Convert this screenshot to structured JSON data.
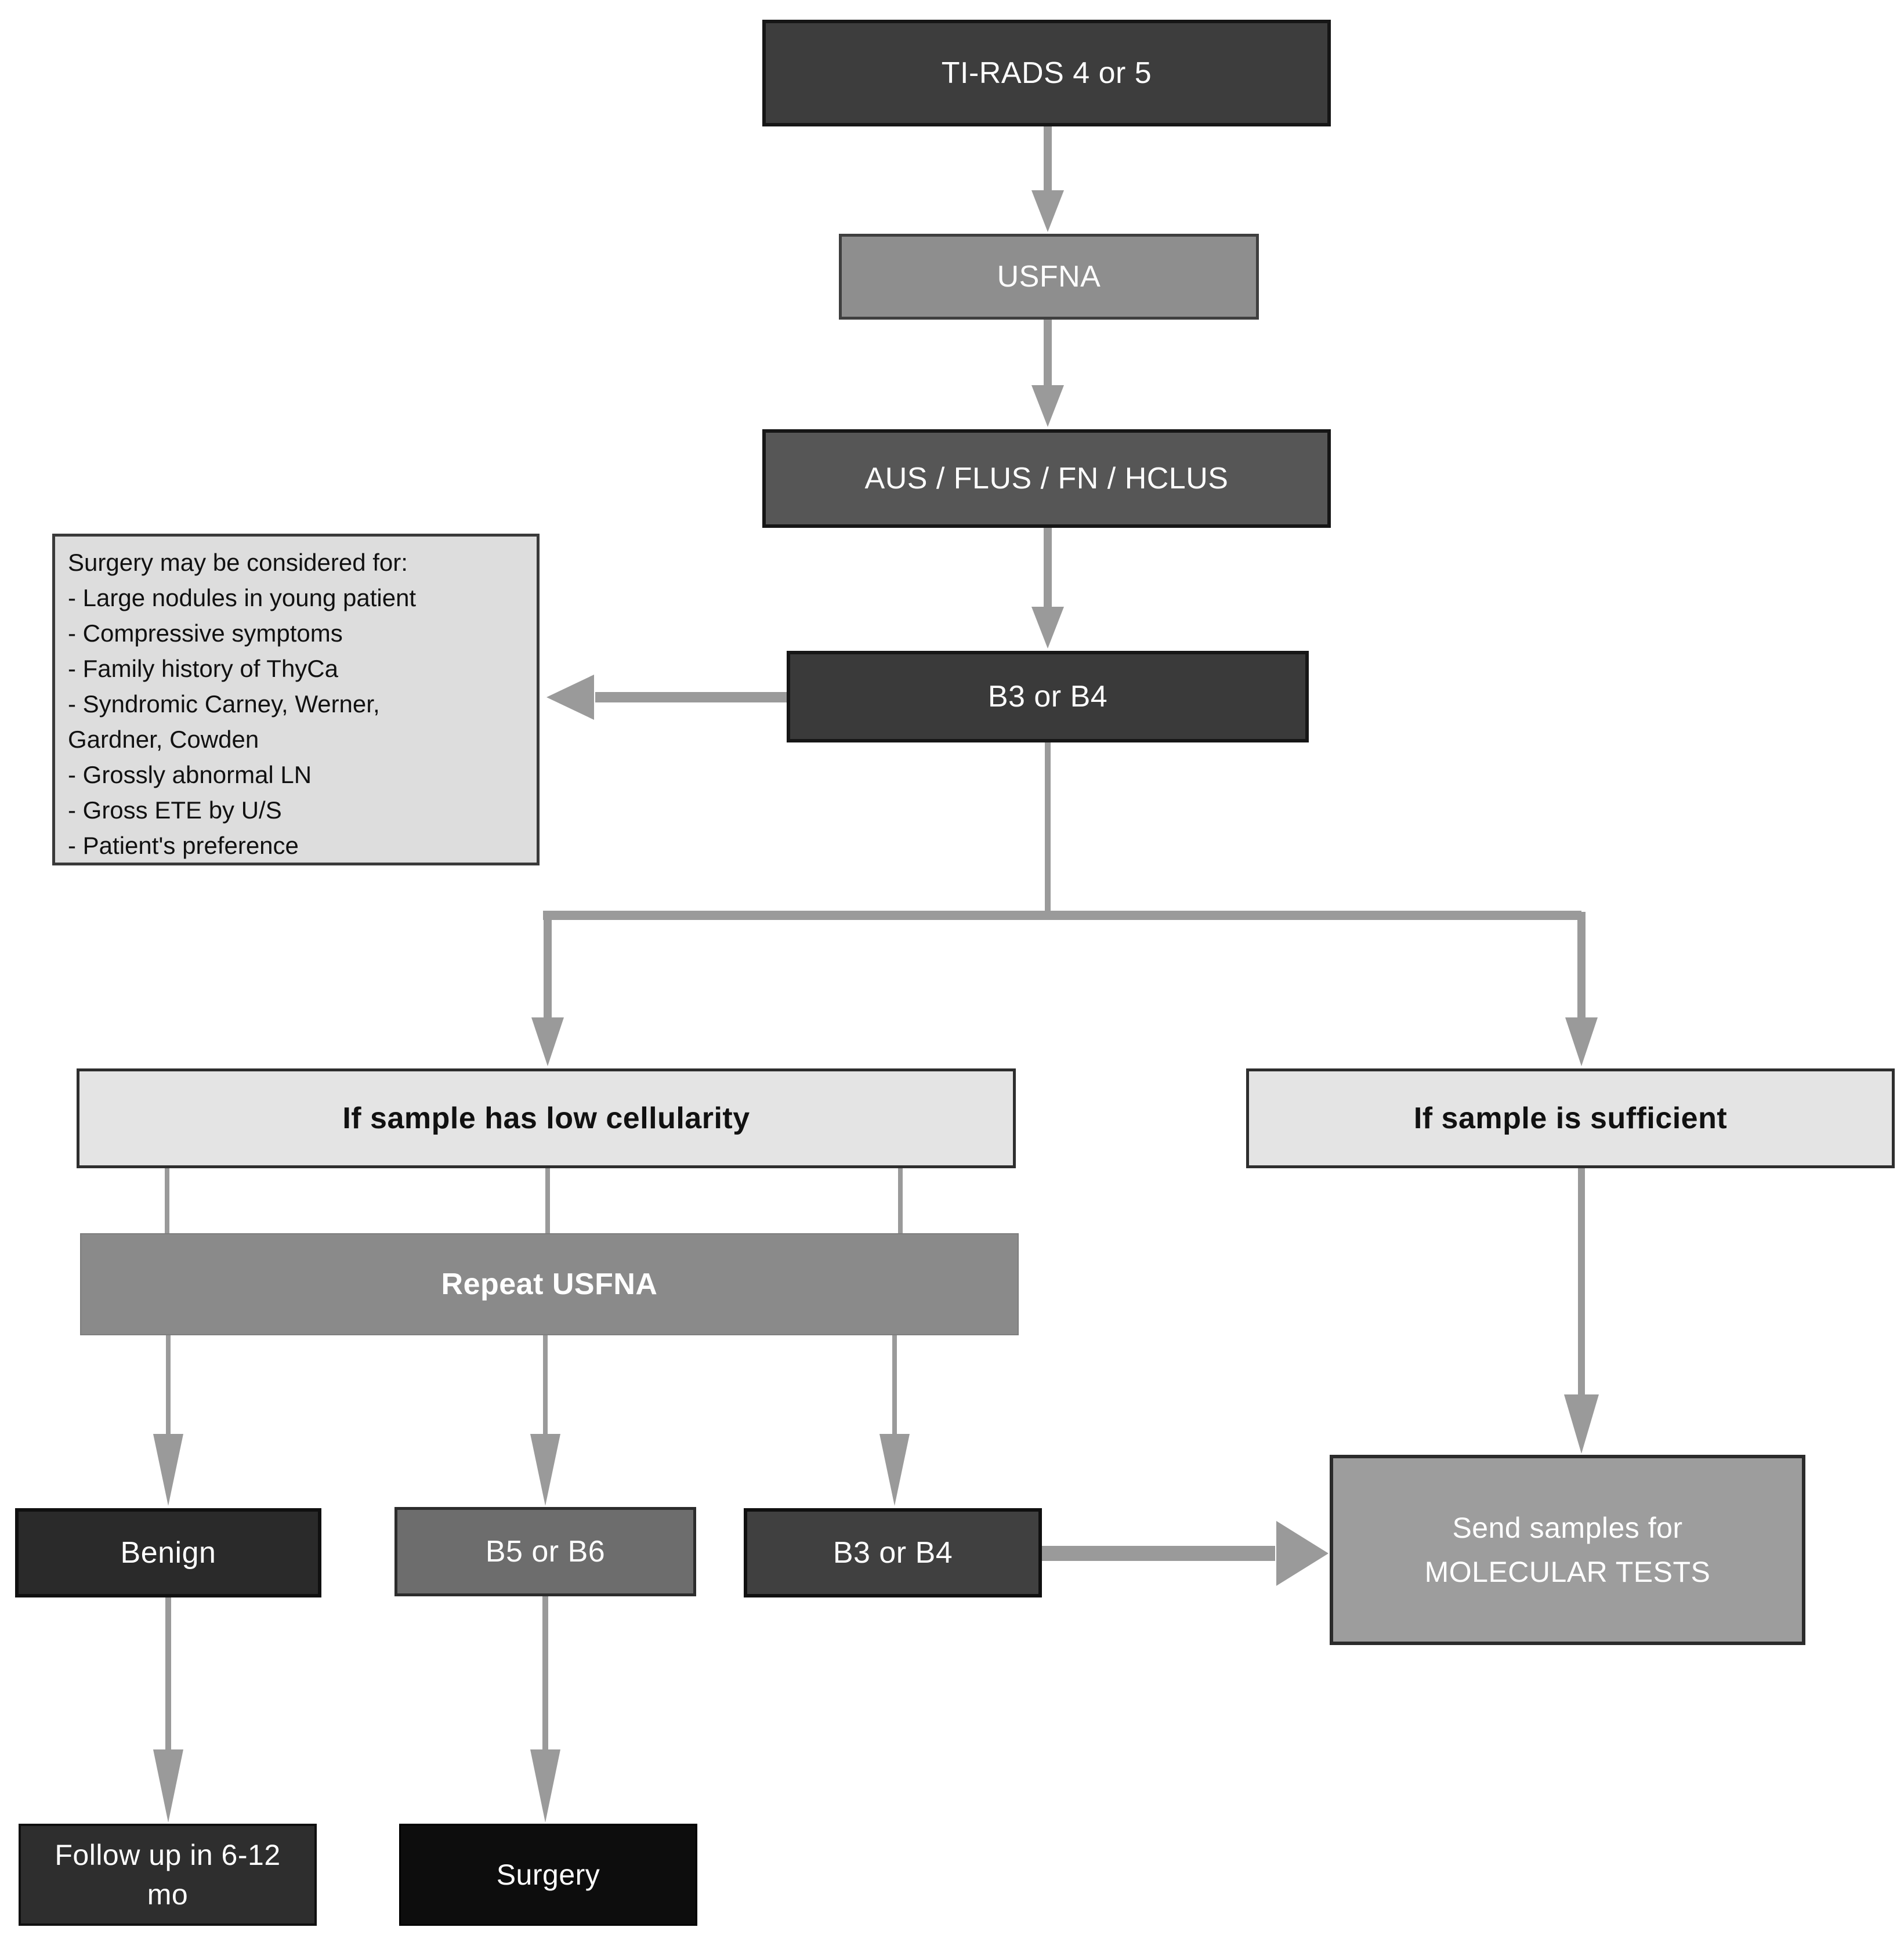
{
  "colors": {
    "page_bg": "#ffffff",
    "arrow": "#9a9a9a",
    "border_dark": "#161616",
    "tirads_bg": "#3d3d3d",
    "usfna_bg": "#8e8e8e",
    "aus_bg": "#565656",
    "b3b4_bg": "#3a3a3a",
    "note_bg": "#dddddd",
    "header_bg": "#e4e4e4",
    "repeat_bg": "#8a8a8a",
    "benign_bg": "#2a2a2a",
    "b5b6_bg": "#6d6d6d",
    "b3b4_repeat_bg": "#404040",
    "molecular_bg": "#9d9d9d",
    "followup_bg": "#2e2e2e",
    "surgery_bg": "#0d0d0d",
    "text_light": "#ffffff",
    "text_dark": "#111111"
  },
  "nodes": {
    "tirads": {
      "label": "TI-RADS 4 or 5"
    },
    "usfna": {
      "label": "USFNA"
    },
    "aus_flus": {
      "label": "AUS / FLUS / FN / HCLUS"
    },
    "b3_b4": {
      "label": "B3 or B4"
    },
    "surgery_note": {
      "title": "Surgery may be considered for:",
      "items": [
        "- Large nodules in young patient",
        "- Compressive symptoms",
        "- Family history of ThyCa",
        "- Syndromic Carney, Werner,",
        "Gardner, Cowden",
        "- Grossly abnormal LN",
        "- Gross ETE by U/S",
        "- Patient's preference"
      ]
    },
    "low_cellularity": {
      "label": "If sample has low cellularity"
    },
    "sufficient": {
      "label": "If sample is sufficient"
    },
    "repeat_usfna": {
      "label": "Repeat USFNA"
    },
    "benign": {
      "label": "Benign"
    },
    "b5_b6": {
      "label": "B5 or B6"
    },
    "b3_b4_repeat": {
      "label": "B3 or B4"
    },
    "molecular": {
      "line1": "Send samples for",
      "line2": "MOLECULAR TESTS"
    },
    "follow_up": {
      "line1": "Follow up in 6-12",
      "line2": "mo"
    },
    "surgery": {
      "label": "Surgery"
    }
  }
}
